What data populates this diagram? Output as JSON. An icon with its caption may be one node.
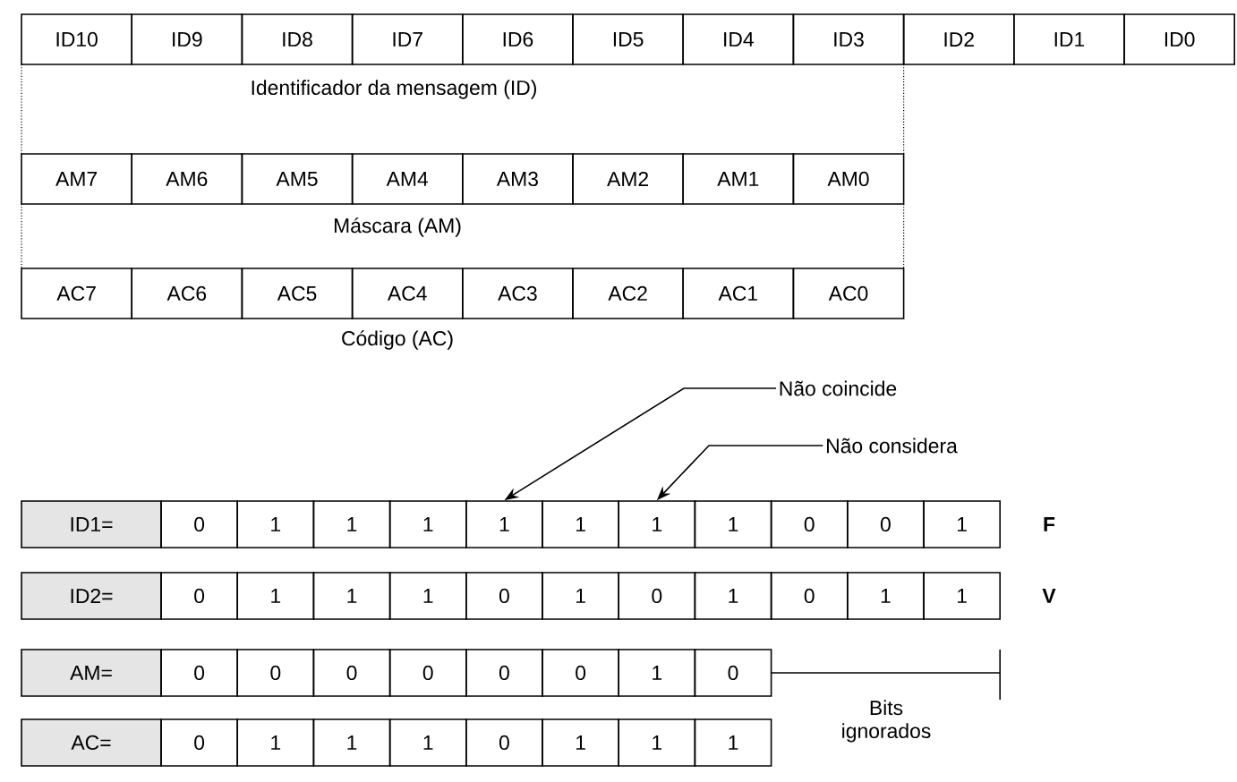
{
  "diagram": {
    "nodes": [
      {
        "text": [
          "ID10"
        ]
      },
      {
        "text": [
          "ID9"
        ]
      },
      {
        "text": [
          "ID8"
        ]
      },
      {
        "text": [
          "ID7"
        ]
      },
      {
        "text": [
          "ID6"
        ]
      },
      {
        "text": [
          "ID5"
        ]
      },
      {
        "text": [
          "ID4"
        ]
      },
      {
        "text": [
          "ID3"
        ]
      },
      {
        "text": [
          "ID2"
        ]
      },
      {
        "text": [
          "ID1"
        ]
      },
      {
        "text": [
          "ID0"
        ]
      },
      {
        "text": [
          "AM7"
        ]
      },
      {
        "text": [
          "AM6"
        ]
      },
      {
        "text": [
          "AM5"
        ]
      },
      {
        "text": [
          "AM4"
        ]
      },
      {
        "text": [
          "AM3"
        ]
      },
      {
        "text": [
          "AM2"
        ]
      },
      {
        "text": [
          "AM1"
        ]
      },
      {
        "text": [
          "AM0"
        ]
      },
      {
        "text": [
          "AC7"
        ]
      },
      {
        "text": [
          "AC6"
        ]
      },
      {
        "text": [
          "AC5"
        ]
      },
      {
        "text": [
          "AC4"
        ]
      },
      {
        "text": [
          "AC3"
        ]
      },
      {
        "text": [
          "AC2"
        ]
      },
      {
        "text": [
          "AC1"
        ]
      },
      {
        "text": [
          "AC0"
        ]
      },
      {
        "text": [
          "Não coincide"
        ]
      },
      {
        "text": [
          "Não considera"
        ]
      },
      {
        "text": [
          "ID1="
        ]
      },
      {
        "text": [
          "0"
        ]
      },
      {
        "text": [
          "1"
        ]
      },
      {
        "text": [
          "1"
        ]
      },
      {
        "text": [
          "1"
        ]
      },
      {
        "text": [
          "1"
        ]
      },
      {
        "text": [
          "1"
        ]
      },
      {
        "text": [
          "1"
        ]
      },
      {
        "text": [
          "1"
        ]
      },
      {
        "text": [
          "0"
        ]
      },
      {
        "text": [
          "0"
        ]
      },
      {
        "text": [
          "1"
        ]
      },
      {
        "text": [
          "ID2="
        ]
      },
      {
        "text": [
          "0"
        ]
      },
      {
        "text": [
          "1"
        ]
      },
      {
        "text": [
          "1"
        ]
      },
      {
        "text": [
          "1"
        ]
      },
      {
        "text": [
          "0"
        ]
      },
      {
        "text": [
          "1"
        ]
      },
      {
        "text": [
          "0"
        ]
      },
      {
        "text": [
          "1"
        ]
      },
      {
        "text": [
          "0"
        ]
      },
      {
        "text": [
          "1"
        ]
      },
      {
        "text": [
          "1"
        ]
      },
      {
        "text": [
          "AM="
        ]
      },
      {
        "text": [
          "0"
        ]
      },
      {
        "text": [
          "0"
        ]
      },
      {
        "text": [
          "0"
        ]
      },
      {
        "text": [
          "0"
        ]
      },
      {
        "text": [
          "0"
        ]
      },
      {
        "text": [
          "0"
        ]
      },
      {
        "text": [
          "1"
        ]
      },
      {
        "text": [
          "0"
        ]
      },
      {
        "text": [
          "AC="
        ]
      },
      {
        "text": [
          "0"
        ]
      },
      {
        "text": [
          "1"
        ]
      },
      {
        "text": [
          "1"
        ]
      },
      {
        "text": [
          "1"
        ]
      },
      {
        "text": [
          "0"
        ]
      },
      {
        "text": [
          "1"
        ]
      },
      {
        "text": [
          "1"
        ]
      },
      {
        "text": [
          "1"
        ]
      }
    ],
    "edges": [
      {
        "from": 27,
        "to": 34,
        "arrow": "to"
      },
      {
        "from": 28,
        "to": 36,
        "arrow": "to"
      }
    ],
    "labels": [
      "Identificador da mensagem (ID)",
      "Máscara (AM)",
      "Código (AC)",
      "F",
      "V",
      "Bits ignorados"
    ]
  }
}
